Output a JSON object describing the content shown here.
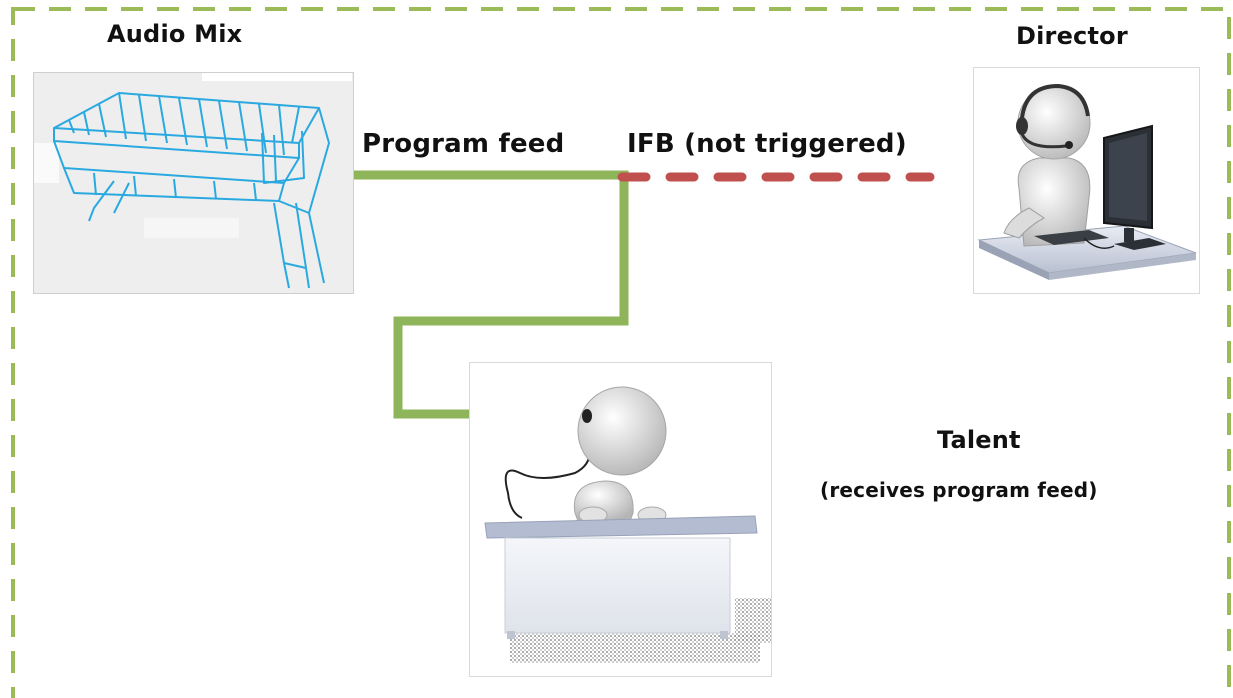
{
  "nodes": {
    "audio_mix": {
      "label": "Audio Mix",
      "icon": "mixing-console-icon"
    },
    "director": {
      "label": "Director",
      "icon": "person-at-computer-icon"
    },
    "talent": {
      "label": "Talent",
      "sublabel": "(receives program feed)",
      "icon": "person-at-desk-icon"
    }
  },
  "edges": {
    "program_feed": {
      "label": "Program feed",
      "from": "Audio Mix",
      "to": "Talent",
      "style": "solid"
    },
    "ifb": {
      "label": "IFB (not triggered)",
      "from": "Director",
      "to": "Talent",
      "style": "dashed"
    }
  },
  "colors": {
    "frame": "#9bbb59",
    "program_feed": "#8fb55a",
    "ifb": "#c0504d",
    "console": "#2aa9e0",
    "text": "#111111"
  }
}
